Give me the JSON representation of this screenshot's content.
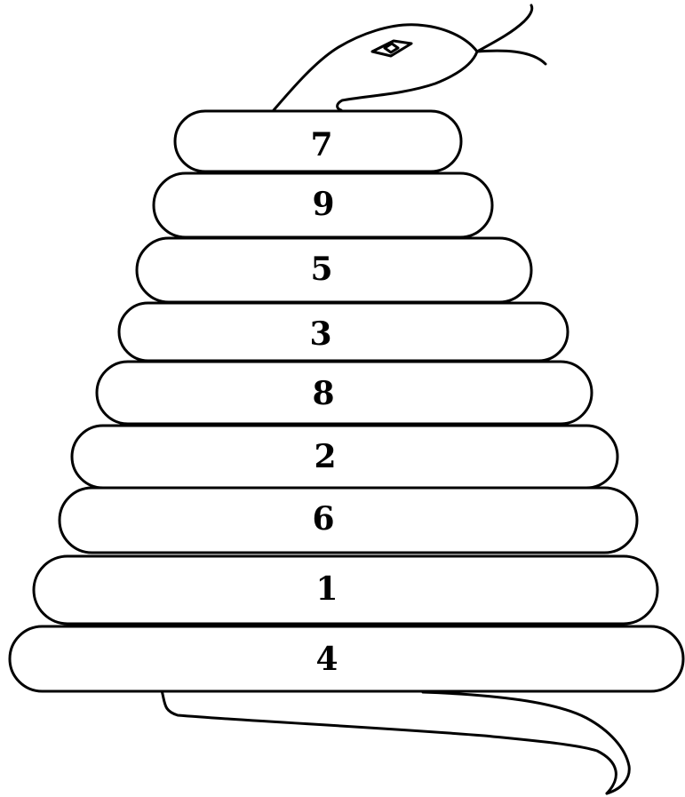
{
  "diagram": {
    "coils": [
      {
        "label": "7"
      },
      {
        "label": "9"
      },
      {
        "label": "5"
      },
      {
        "label": "3"
      },
      {
        "label": "8"
      },
      {
        "label": "2"
      },
      {
        "label": "6"
      },
      {
        "label": "1"
      },
      {
        "label": "4"
      }
    ],
    "colors": {
      "stroke": "#000000",
      "fill": "#ffffff"
    },
    "icons": [
      "snake-head-icon",
      "snake-tail-icon"
    ]
  }
}
